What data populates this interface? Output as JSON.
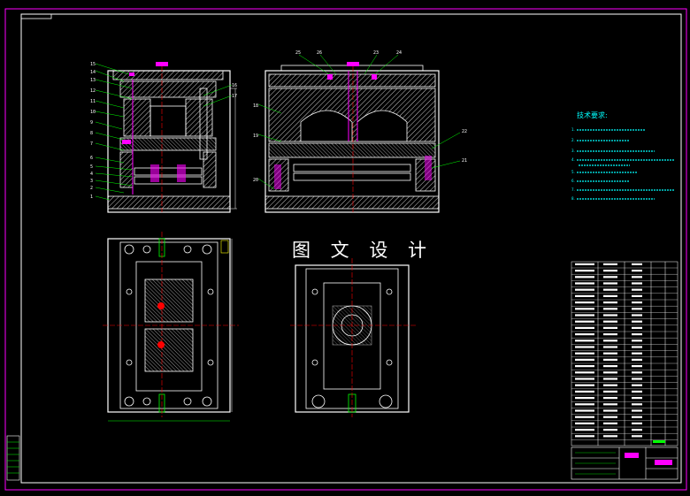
{
  "colors": {
    "background": "#000000",
    "frame": "#ff00ff",
    "outline": "#ffffff",
    "centerline": "#ff0000",
    "leader": "#00ff00",
    "annotation": "#00ffff",
    "hatch": "#ffffff"
  },
  "watermark": "图 文 设 计",
  "technical_requirements": {
    "title": "技术要求:",
    "items": [
      "1.",
      "2.",
      "3.",
      "4.",
      "5.",
      "6.",
      "7.",
      "8."
    ]
  },
  "callouts_left": [
    "15",
    "14",
    "13",
    "12",
    "11",
    "10",
    "9",
    "8",
    "7",
    "6",
    "5",
    "4",
    "3",
    "2",
    "1",
    "16",
    "17"
  ],
  "callouts_right": [
    "25",
    "26",
    "23",
    "24",
    "18",
    "19",
    "20",
    "22",
    "21"
  ]
}
